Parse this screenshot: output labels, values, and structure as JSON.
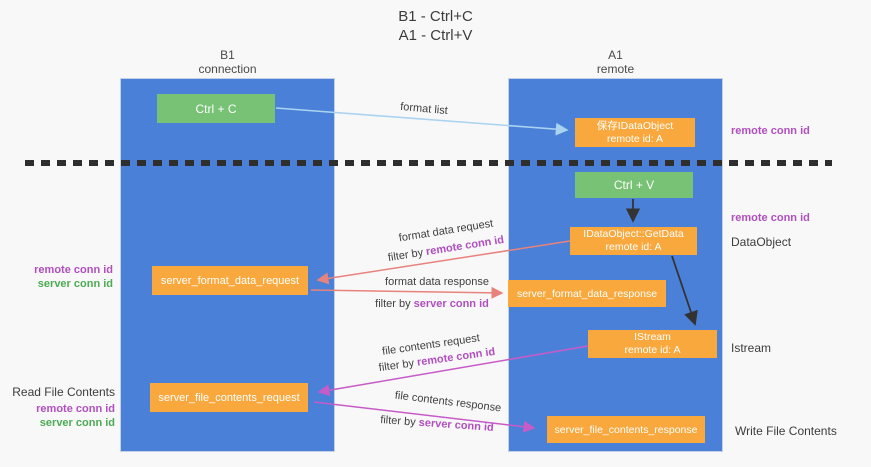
{
  "colors": {
    "bg": "#f8f8f8",
    "lifeline": "#4a80d8",
    "box_green": "#77c274",
    "box_orange": "#f9a83d",
    "arrow_blue": "#a9d3f1",
    "arrow_black": "#333333",
    "arrow_red": "#e8827d",
    "arrow_magenta": "#c75bc8",
    "text_magenta": "#b14fc0",
    "text_green": "#4cab54"
  },
  "title": {
    "line1": "B1 - Ctrl+C",
    "line2": "A1 - Ctrl+V"
  },
  "lifelines": {
    "left": {
      "header_line1": "B1",
      "header_line2": "connection"
    },
    "right": {
      "header_line1": "A1",
      "header_line2": "remote"
    }
  },
  "boxes": {
    "ctrl_c": {
      "label": "Ctrl + C"
    },
    "save_idataobject": {
      "line1": "保存IDataObject",
      "line2": "remote id: A"
    },
    "ctrl_v": {
      "label": "Ctrl + V"
    },
    "getdata": {
      "line1": "IDataObject::GetData",
      "line2": "remote id: A"
    },
    "format_request": {
      "label": "server_format_data_request"
    },
    "format_response": {
      "label": "server_format_data_response"
    },
    "istream": {
      "line1": "IStream",
      "line2": "remote id: A"
    },
    "file_request": {
      "label": "server_file_contents_request"
    },
    "file_response": {
      "label": "server_file_contents_response"
    }
  },
  "flow_labels": {
    "format_list": "format list",
    "format_data_request": "format data request",
    "format_data_response": "format data response",
    "file_contents_request": "file contents request",
    "file_contents_response": "file contents response",
    "filter_prefix": "filter by ",
    "remote_conn_id": "remote conn id",
    "server_conn_id": "server conn id"
  },
  "annotations": {
    "left_format": {
      "remote": "remote conn id",
      "server": "server conn id"
    },
    "left_file": {
      "title": "Read File Contents",
      "remote": "remote conn id",
      "server": "server conn id"
    },
    "right_top_remote": "remote conn id",
    "right_mid_remote": "remote conn id",
    "right_dataobject": "DataObject",
    "right_istream": "Istream",
    "right_write": "Write File Contents"
  }
}
